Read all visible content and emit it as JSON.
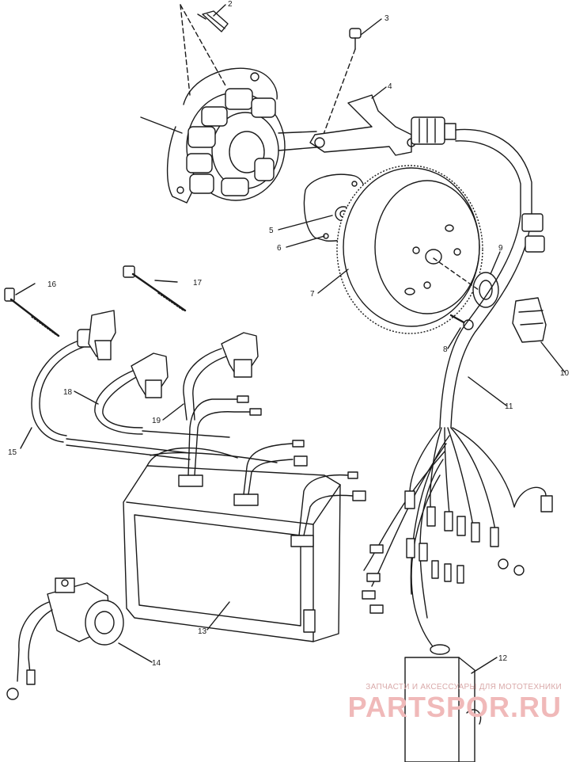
{
  "callouts": [
    {
      "id": "1",
      "label": ""
    },
    {
      "id": "2",
      "label": "2"
    },
    {
      "id": "3",
      "label": "3"
    },
    {
      "id": "4",
      "label": "4"
    },
    {
      "id": "5",
      "label": "5"
    },
    {
      "id": "6",
      "label": "6"
    },
    {
      "id": "7",
      "label": "7"
    },
    {
      "id": "8",
      "label": "8"
    },
    {
      "id": "9",
      "label": "9"
    },
    {
      "id": "10",
      "label": "10"
    },
    {
      "id": "11",
      "label": "11"
    },
    {
      "id": "12",
      "label": "12"
    },
    {
      "id": "13",
      "label": "13"
    },
    {
      "id": "14",
      "label": "14"
    },
    {
      "id": "15",
      "label": "15"
    },
    {
      "id": "16",
      "label": "16"
    },
    {
      "id": "17",
      "label": "17"
    },
    {
      "id": "18",
      "label": "18"
    },
    {
      "id": "19",
      "label": "19"
    }
  ],
  "watermark": {
    "tagline": "ЗАПЧАСТИ И АКСЕССУАРЫ ДЛЯ МОТОТЕХНИКИ",
    "site": "PARTSPOR.RU"
  },
  "colors": {
    "ink": "#1a1a1a",
    "watermark": "#f0b9b9"
  }
}
